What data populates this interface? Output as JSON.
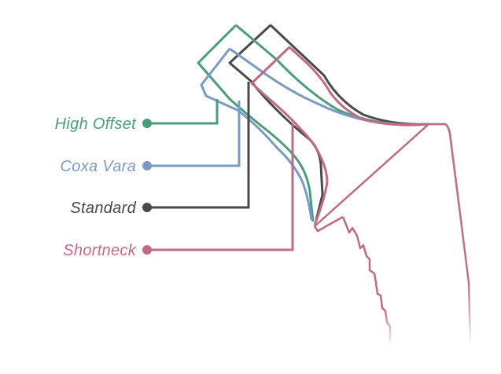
{
  "colors": {
    "high_offset": "#4a9e7a",
    "coxa_vara": "#7a9ac4",
    "standard": "#4a4a4a",
    "shortneck": "#c06b82"
  },
  "legend": {
    "items": [
      {
        "key": "high_offset",
        "label": "High Offset"
      },
      {
        "key": "coxa_vara",
        "label": "Coxa Vara"
      },
      {
        "key": "standard",
        "label": "Standard"
      },
      {
        "key": "shortneck",
        "label": "Shortneck"
      }
    ]
  }
}
